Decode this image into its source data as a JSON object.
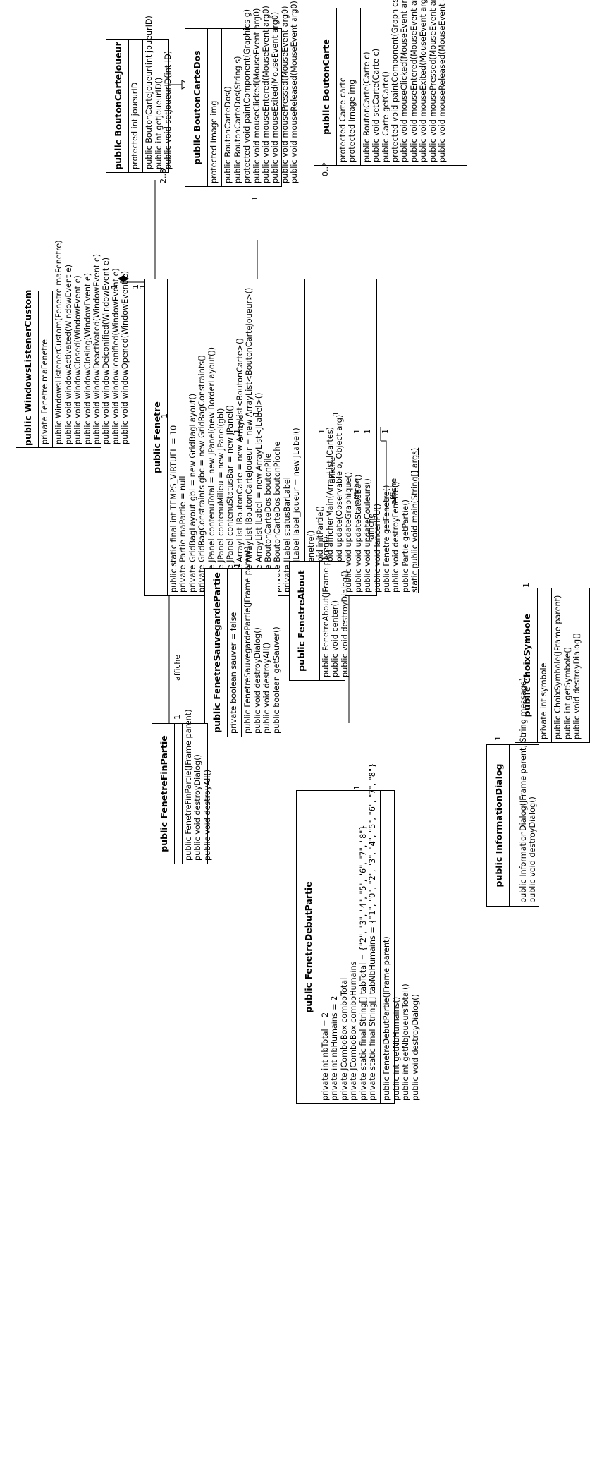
{
  "classes": {
    "boutonCarte": {
      "name": "public BoutonCarte",
      "attributes": [
        "protected Carte carte",
        "protected Image img"
      ],
      "methods": [
        "public BoutonCarte(Carte c)",
        "public void setCarte(Carte c)",
        "public Carte getCarte()",
        "protected void paintComponent(Graphics g)",
        "public void mouseClicked(MouseEvent arg0)",
        "public void mouseEntered(MouseEvent arg0)",
        "public void mouseExited(MouseEvent arg0)",
        "public void mousePressed(MouseEvent arg0)",
        "public void mouseReleased(MouseEvent arg0)"
      ]
    },
    "boutonCarteDos": {
      "name": "public BoutonCarteDos",
      "attributes": [
        "protected Image img"
      ],
      "methods": [
        "public BoutonCarteDos()",
        "public BoutonCarteDos(String s)",
        "protected void paintComponent(Graphics g)",
        "public void mouseClicked(MouseEvent arg0)",
        "public void mouseEntered(MouseEvent arg0)",
        "public void mouseExited(MouseEvent arg0)",
        "public void mousePressed(MouseEvent arg0)",
        "public void mouseReleased(MouseEvent arg0)"
      ]
    },
    "boutonCarteJoueur": {
      "name": "public BoutonCarteJoueur",
      "attributes": [
        "protected int joueurID"
      ],
      "methods": [
        "public BoutonCarteJoueur(int joueurID)",
        "public int getJoueurID()",
        "public void setJoueurID(int ID)"
      ]
    },
    "windowsListener": {
      "name": "public WindowsListenerCustom",
      "attributes": [
        "private Fenetre maFenetre"
      ],
      "methods": [
        "public WindowsListenerCustom(Fenetre maFenetre)",
        "public void windowActivated(WindowEvent e)",
        "public void windowClosed(WindowEvent e)",
        "public void windowClosing(WindowEvent e)",
        "public void windowDeactivated(WindowEvent e)",
        "public void windowDeiconified(WindowEvent e)",
        "public void windowIconified(WindowEvent e)",
        "public void windowOpened(WindowEvent e)"
      ]
    },
    "fenetre": {
      "name": "public Fenetre",
      "attributes": [
        "public static final int TEMPS_VIRTUEL = 10",
        "private Partie maPartie = null",
        "private GridBagLayout gbl = new GridBagLayout()",
        "private GridBagConstraints gbc = new GridBagConstraints()",
        "private JPanel contenuTotal = new JPanel(new BorderLayout())",
        "private JPanel contenuMilieu = new JPanel(gbl)",
        "private JPanel contenuStatusBar = new JPanel()",
        "private ArrayList lBoutonCarte = new ArrayList<BoutonCarte>()",
        "private ArrayList lBoutonCarteJoueur = new ArrayList<BoutonCarteJoueur>()",
        "private ArrayList lLabel = new ArrayList<JLabel>()",
        "private BoutonCarteDos boutonPile",
        "private BoutonCarteDos boutonPioche",
        "private JLabel statusBarLabel",
        "private JLabel label_joueur = new JLabel()"
      ],
      "methods": [
        "public Fenetre()",
        "public void initPartie()",
        "public void afficherMain(ArrayList lCartes)",
        "public void update(Observable o, Object arg)",
        "public void updateGraphique()",
        "public void updateStatusBar()",
        "public void updateCouleurs()",
        "public void lancerIPU()",
        "public Fenetre getFenetre()",
        "public void destroyFenetre()",
        "public Partie getPartie()",
        "static public void main(String[] args)"
      ],
      "static_methods": [
        "static public void main(String[] args)"
      ]
    },
    "choixSymbole": {
      "name": "public ChoixSymbole",
      "attributes": [
        "private int symbole"
      ],
      "methods": [
        "public ChoixSymbole(JFrame parent)",
        "public int getSymbole()",
        "public void destroyDialog()"
      ]
    },
    "informationDialog": {
      "name": "public InformationDialog",
      "attributes": [],
      "methods": [
        "public InformationDialog(JFrame parent, String message)",
        "public void destroyDialog()"
      ]
    },
    "fenetreAbout": {
      "name": "public FenetreAbout",
      "attributes": [],
      "methods": [
        "public FenetreAbout(JFrame parent)",
        "public void center()",
        "public void destroyDialog()"
      ]
    },
    "fenetreSauvegarde": {
      "name": "public FenetreSauvegardePartie",
      "attributes": [
        "private boolean sauver = false"
      ],
      "methods": [
        "public FenetreSauvegardePartie(JFrame parent)",
        "public void destroyDialog()",
        "public void destroyAll()",
        "public boolean getSauver()"
      ]
    },
    "fenetreDebut": {
      "name": "public FenetreDebutPartie",
      "attributes": [
        "private int nbTotal = 2",
        "private int nbHumains = 2",
        "private JComboBox comboTotal",
        "private JComboBox comboHumains",
        "private static final String[] tabTotal = {\"2\", \"3\", \"4\", \"5\", \"6\", \"7\", \"8\"}",
        "private static final String[] tabNbHumains = {\"1\", \"0\", \"2\", \"3\", \"4\", \"5\", \"6\", \"7\", \"8\"}"
      ],
      "static_attributes": [
        "private static final String[] tabTotal = {\"2\", \"3\", \"4\", \"5\", \"6\", \"7\", \"8\"}",
        "private static final String[] tabNbHumains = {\"1\", \"0\", \"2\", \"3\", \"4\", \"5\", \"6\", \"7\", \"8\"}"
      ],
      "methods": [
        "public FenetreDebutPartie(JFrame parent)",
        "public int getNbHumains()",
        "public int getNbJoueursTotal()",
        "public void destroyDialog()"
      ]
    },
    "fenetreFin": {
      "name": "public FenetreFinPartie",
      "attributes": [],
      "methods": [
        "public FenetreFinPartie(JFrame parent)",
        "public void destroyDialog()",
        "public void destroyAll()"
      ]
    }
  },
  "multiplicities": {
    "boutonCarte_many": "0..*",
    "boutonCarte_one": "1",
    "dos_one": "1",
    "dos_two": "1",
    "joueur_range": "2..8",
    "joueur_one": "1",
    "listener_a": "1",
    "listener_b": "1",
    "listener_c": "1",
    "choix": "1",
    "choix_far": "1",
    "info": "1",
    "info_far": "1",
    "about": "1",
    "about_far": "1",
    "debut": "1",
    "debut_far": "1",
    "sauvegarde": "1",
    "sauvegarde_far": "1",
    "fin_far": "1"
  },
  "labels": {
    "affiche_choix": "affiche",
    "affiche_info": "affiche",
    "affiche_about": "affiche",
    "affiche_debut": "affiche",
    "affiche_sauvegarde": "affiche",
    "affiche_fin": "affiche"
  }
}
